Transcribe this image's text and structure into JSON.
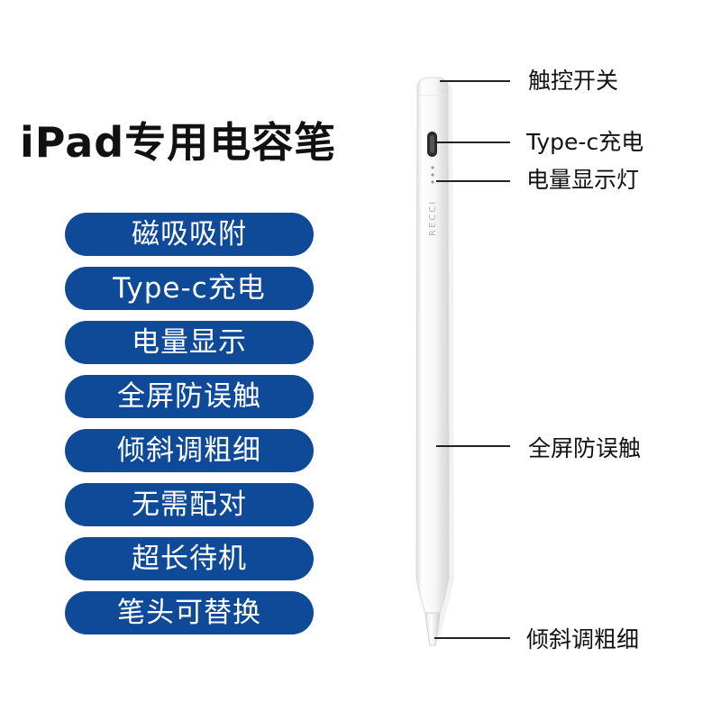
{
  "product": {
    "title": "iPad专用电容笔",
    "brand_text": "RECCI"
  },
  "features": [
    "磁吸吸附",
    "Type-c充电",
    "电量显示",
    "全屏防误触",
    "倾斜调粗细",
    "无需配对",
    "超长待机",
    "笔头可替换"
  ],
  "callouts": {
    "touch_switch": "触控开关",
    "typec_charge": "Type-c充电",
    "battery_light": "电量显示灯",
    "palm_rejection": "全屏防误触",
    "tilt": "倾斜调粗细"
  },
  "colors": {
    "pill_bg": "#0f4a98",
    "pen_body": "#f4f4f4"
  }
}
